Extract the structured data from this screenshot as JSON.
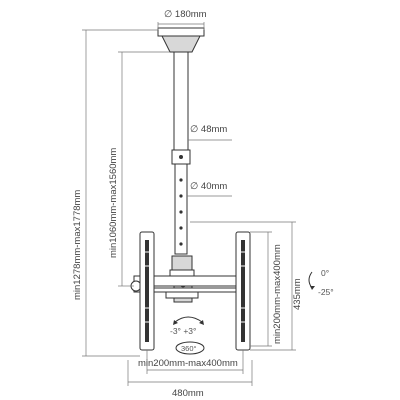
{
  "labels": {
    "ceiling_plate_diameter": "∅ 180mm",
    "upper_tube_diameter": "∅ 48mm",
    "lower_tube_diameter": "∅ 40mm",
    "total_height": "min1278mm-max1778mm",
    "pole_length": "min1060mm-max1560mm",
    "arm_height": "435mm",
    "vesa_vertical": "min200mm-max400mm",
    "vesa_horizontal": "min200mm-max400mm",
    "overall_width": "480mm",
    "tilt_top": "0°",
    "tilt_bottom": "-25°",
    "swivel": "-3° +3°",
    "rotation": "360°"
  }
}
